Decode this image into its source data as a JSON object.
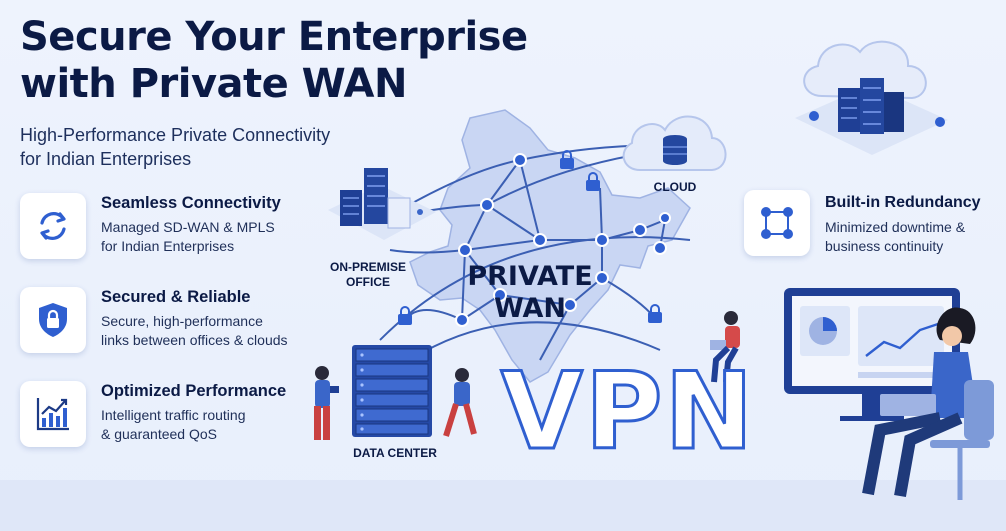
{
  "title_line1": "Secure Your Enterprise",
  "title_line2": "with Private WAN",
  "subtitle_line1": "High-Performance Private Connectivity",
  "subtitle_line2": "for Indian Enterprises",
  "features": [
    {
      "title": "Seamless Connectivity",
      "line1": "Managed SD-WAN & MPLS",
      "line2": "for Indian Enterprises",
      "icon": "sync-icon"
    },
    {
      "title": "Secured & Reliable",
      "line1": "Secure, high-performance",
      "line2": "links between offices & clouds",
      "icon": "shield-lock-icon"
    },
    {
      "title": "Optimized Performance",
      "line1": "Intelligent traffic routing",
      "line2": "& guaranteed QoS",
      "icon": "bar-chart-icon"
    }
  ],
  "redundancy": {
    "title": "Built-in Redundancy",
    "line1": "Minimized downtime &",
    "line2": "business continuity",
    "icon": "network-nodes-icon"
  },
  "labels": {
    "onpremise_line1": "ON-PREMISE",
    "onpremise_line2": "OFFICE",
    "cloud": "CLOUD",
    "datacenter": "DATA CENTER",
    "private": "PRIVATE",
    "wan": "WAN",
    "vpn": "VPN"
  },
  "colors": {
    "brand": "#2f5fd0",
    "dark_text": "#0b1a45",
    "node": "#3a66c9"
  }
}
